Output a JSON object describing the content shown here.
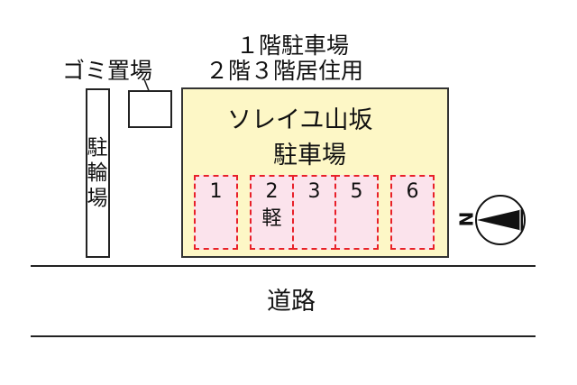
{
  "labels": {
    "garbage_area": "ゴミ置場",
    "building_line1": "１階駐車場",
    "building_line2": "２階３階居住用",
    "bicycle_parking": [
      "駐",
      "輪",
      "場"
    ],
    "lot_name": "ソレイユ山坂",
    "lot_type": "駐車場",
    "road": "道路"
  },
  "parking_spaces": [
    {
      "number": "1",
      "note": ""
    },
    {
      "number": "2",
      "note": "軽"
    },
    {
      "number": "3",
      "note": ""
    },
    {
      "number": "5",
      "note": ""
    },
    {
      "number": "6",
      "note": ""
    }
  ],
  "compass": {
    "letter": "N",
    "icon": "north-arrow-icon"
  },
  "colors": {
    "lot_fill": "#fdf7c6",
    "space_fill": "#fbe3ec",
    "space_border": "#e8202a",
    "line": "#222222"
  }
}
